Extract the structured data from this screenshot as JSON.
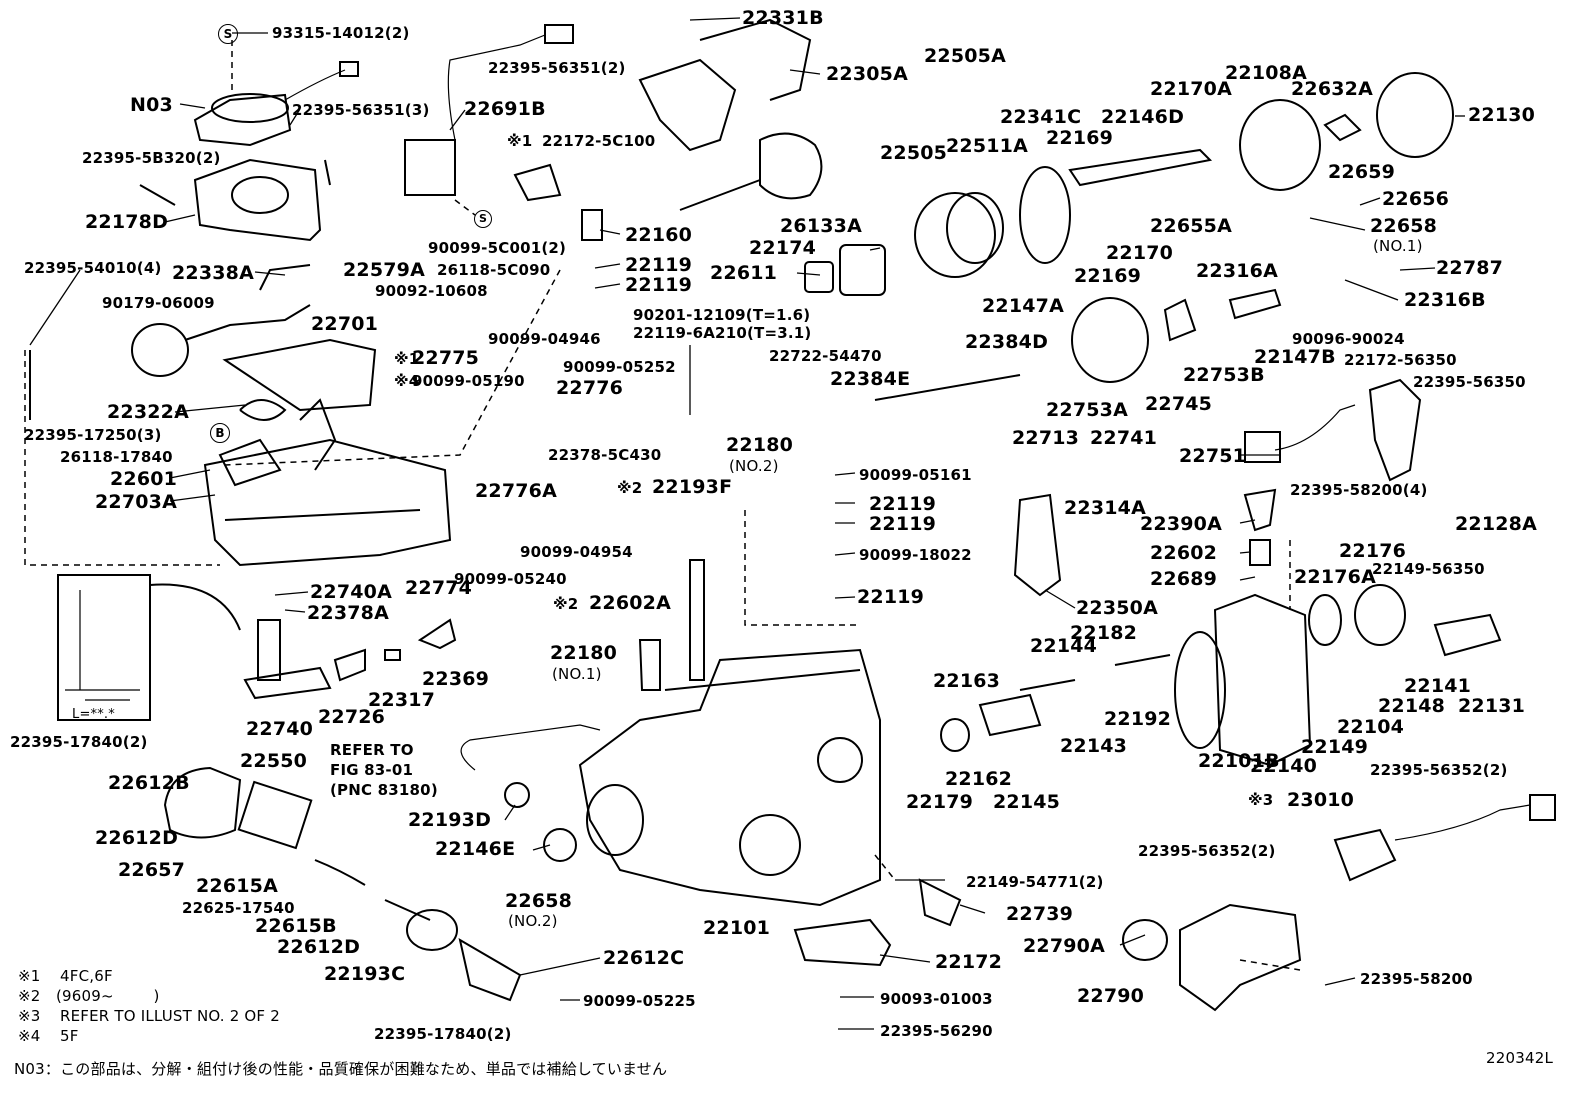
{
  "diagram_id": "220342L",
  "callouts": {
    "p93315": "93315-14012(2)",
    "n03": "N03",
    "p22395_56351_3": "22395-56351(3)",
    "p22395_5b320": "22395-5B320(2)",
    "p22178d": "22178D",
    "p22395_54010": "22395-54010(4)",
    "p22338a": "22338A",
    "p22579a": "22579A",
    "p90179": "90179-06009",
    "p22701": "22701",
    "p22322a": "22322A",
    "p22395_17250": "22395-17250(3)",
    "p26118_17840": "26118-17840",
    "p22601": "22601",
    "p22703a": "22703A",
    "p22774": "22774",
    "p22331b": "22331B",
    "p22395_56351_2": "22395-56351(2)",
    "p22305a": "22305A",
    "p22691b": "22691B",
    "p22172_5c100": "22172-5C100",
    "p90099_5c001": "90099-5C001(2)",
    "p22160": "22160",
    "p26118_5c090": "26118-5C090",
    "p22119_a": "22119",
    "p22119_b": "22119",
    "p90092": "90092-10608",
    "p90099_04946": "90099-04946",
    "p22775": "22775",
    "p90099_05190": "90099-05190",
    "p90099_05252": "90099-05252",
    "p22776": "22776",
    "p22378_5c430": "22378-5C430",
    "p22776a": "22776A",
    "p90099_04954": "90099-04954",
    "p90099_05240": "90099-05240",
    "p26133a": "26133A",
    "p22174": "22174",
    "p22611": "22611",
    "p90201": "90201-12109(T=1.6)",
    "p22119_6a210": "22119-6A210(T=3.1)",
    "p22722": "22722-54470",
    "p22384e": "22384E",
    "p22180_no2": "22180",
    "p22180_no2_sub": "(NO.2)",
    "p22193f": "22193F",
    "p22602a": "22602A",
    "p22180_no1": "22180",
    "p22180_no1_sub": "(NO.1)",
    "p90099_05161": "90099-05161",
    "p22119_c": "22119",
    "p22119_d": "22119",
    "p90099_18022": "90099-18022",
    "p22119_e": "22119",
    "p22505a": "22505A",
    "p22505": "22505",
    "p22511a": "22511A",
    "p22341c": "22341C",
    "p22169_a": "22169",
    "p22146d": "22146D",
    "p22170a": "22170A",
    "p22108a": "22108A",
    "p22632a": "22632A",
    "p22130": "22130",
    "p22659": "22659",
    "p22656": "22656",
    "p22655a": "22655A",
    "p22658_no1": "22658",
    "p22658_no1_sub": "(NO.1)",
    "p22170": "22170",
    "p22169_b": "22169",
    "p22147a": "22147A",
    "p22787": "22787",
    "p22316a": "22316A",
    "p22316b": "22316B",
    "p90096": "90096-90024",
    "p22147b": "22147B",
    "p22753b": "22753B",
    "p22384d": "22384D",
    "p22753a": "22753A",
    "p22745": "22745",
    "p22713": "22713",
    "p22741": "22741",
    "p22172_56350": "22172-56350",
    "p22395_56350": "22395-56350",
    "p22751": "22751",
    "p22395_58200_4": "22395-58200(4)",
    "p22390a": "22390A",
    "p22602": "22602",
    "p22689": "22689",
    "p22314a": "22314A",
    "p22350a": "22350A",
    "p22128a": "22128A",
    "p22176": "22176",
    "p22176a": "22176A",
    "p22149_56350": "22149-56350",
    "p22144": "22144",
    "p22182": "22182",
    "p22163": "22163",
    "p22143": "22143",
    "p22192": "22192",
    "p22141": "22141",
    "p22148": "22148",
    "p22131": "22131",
    "p22104": "22104",
    "p22149": "22149",
    "p22101b": "22101B",
    "p22140": "22140",
    "p22162": "22162",
    "p22179": "22179",
    "p22145": "22145",
    "p22395_56352_a": "22395-56352(2)",
    "p23010": "23010",
    "p22395_56352_b": "22395-56352(2)",
    "p22149_54771": "22149-54771(2)",
    "p22739": "22739",
    "p22790a": "22790A",
    "p22790": "22790",
    "p22395_58200": "22395-58200",
    "p22172": "22172",
    "p90093": "90093-01003",
    "p22395_56290": "22395-56290",
    "p22101": "22101",
    "p22146e": "22146E",
    "p22193d": "22193D",
    "p22740a": "22740A",
    "p22378a": "22378A",
    "p22369": "22369",
    "p22317": "22317",
    "p22726": "22726",
    "p22740": "22740",
    "p22395_17840_a": "22395-17840(2)",
    "p22550": "22550",
    "p22612b": "22612B",
    "p22612d_a": "22612D",
    "p22657": "22657",
    "p22615a": "22615A",
    "p22625": "22625-17540",
    "p22615b": "22615B",
    "p22612d_b": "22612D",
    "p22193c": "22193C",
    "p22658_no2": "22658",
    "p22658_no2_sub": "(NO.2)",
    "p22612c": "22612C",
    "p90099_05225": "90099-05225",
    "p22395_17840_b": "22395-17840(2)",
    "refer_line1": "REFER TO",
    "refer_line2": "FIG 83-01",
    "refer_line3": "(PNC 83180)",
    "length_label": "L=**.*"
  },
  "marks": {
    "x1": "※1",
    "x2": "※2",
    "x3": "※3",
    "x4": "※4",
    "circle_s": "S",
    "circle_b": "B"
  },
  "footnotes": [
    {
      "mark": "※1",
      "text": "4FC,6F"
    },
    {
      "mark": "※2",
      "text": "(9609~        )"
    },
    {
      "mark": "※3",
      "text": "REFER TO ILLUST NO. 2 OF 2"
    },
    {
      "mark": "※4",
      "text": "5F"
    }
  ],
  "n03_note": "N03：この部品は、分解・組付け後の性能・品質確保が困難なため、単品では補給していません"
}
